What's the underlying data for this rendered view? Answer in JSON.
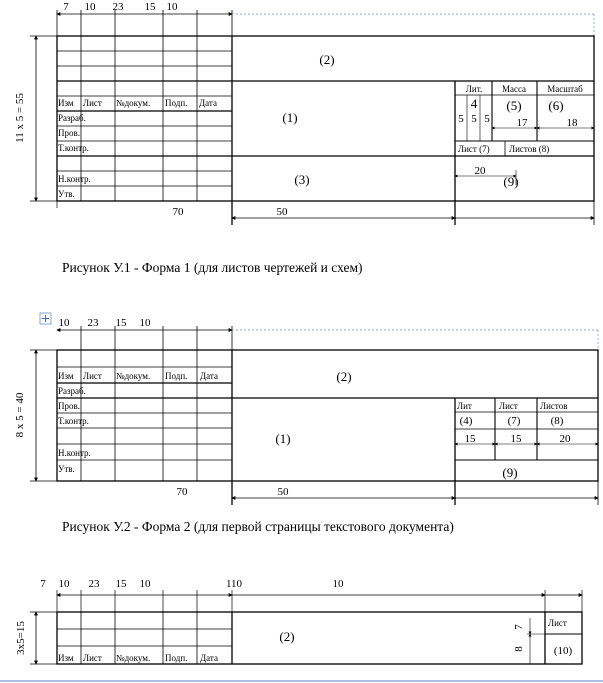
{
  "figures": [
    {
      "caption": "Рисунок У.1 - Форма 1 (для листов чертежей и схем)",
      "top_dims": [
        "7",
        "10",
        "23",
        "15",
        "10"
      ],
      "side_dim": "11 x 5 = 55",
      "bottom_dims": [
        "70",
        "50"
      ],
      "row_labels": [
        "Изм",
        "Лист",
        "№докум.",
        "Подп.",
        "Дата",
        "Разраб.",
        "Пров.",
        "Т.контр.",
        "Н.контр.",
        "Утв."
      ],
      "fields": {
        "f1": "(1)",
        "f2": "(2)",
        "f3": "(3)",
        "f4": "4",
        "f5": "(5)",
        "f6": "(6)",
        "f7": "Лист (7)",
        "f8": "Листов (8)",
        "f9": "(9)"
      },
      "right_headers": [
        "Лит.",
        "Масса",
        "Масштаб"
      ],
      "lit_cells": [
        "5",
        "5",
        "5"
      ],
      "right_dims": [
        "17",
        "18",
        "20"
      ]
    },
    {
      "caption": "Рисунок У.2 - Форма 2 (для первой страницы текстового документа)",
      "top_dims": [
        "10",
        "23",
        "15",
        "10"
      ],
      "side_dim": "8 x 5 = 40",
      "bottom_dims": [
        "70",
        "50"
      ],
      "row_labels": [
        "Изм",
        "Лист",
        "№докум.",
        "Подп.",
        "Дата",
        "Разраб.",
        "Пров.",
        "Т.контр.",
        "Н.контр.",
        "Утв."
      ],
      "fields": {
        "f1": "(1)",
        "f2": "(2)",
        "f4": "(4)",
        "f7": "(7)",
        "f8": "(8)",
        "f9": "(9)"
      },
      "right_headers": [
        "Лит",
        "Лист",
        "Листов"
      ],
      "right_dims": [
        "15",
        "15",
        "20"
      ]
    },
    {
      "top_dims": [
        "7",
        "10",
        "23",
        "15",
        "10",
        "110",
        "10"
      ],
      "side_dim": "3x5=15",
      "row_labels": [
        "Изм",
        "Лист",
        "№докум.",
        "Подп.",
        "Дата"
      ],
      "fields": {
        "f2": "(2)",
        "f10": "(10)"
      },
      "right_header": "Лист",
      "right_dims": [
        "7",
        "8"
      ]
    }
  ],
  "icons": [
    "move-handle-icon"
  ]
}
